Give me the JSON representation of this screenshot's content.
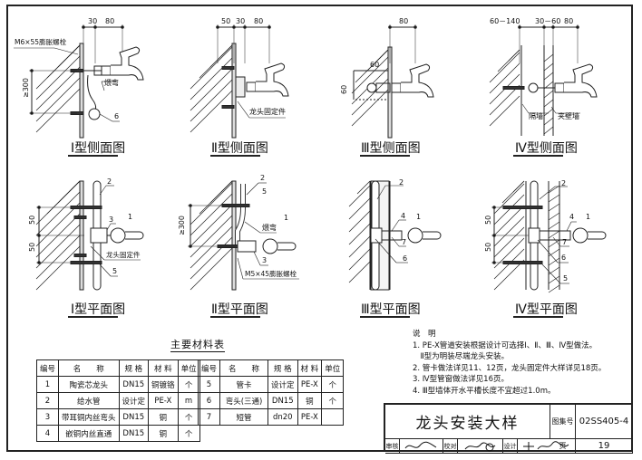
{
  "side_views": [
    {
      "title": "Ⅰ型侧面图",
      "dims": [
        "30",
        "80"
      ],
      "vertical_dim": "≥300",
      "labels": [
        "M6×55膨胀螺栓",
        "煨弯",
        "6"
      ]
    },
    {
      "title": "Ⅱ型侧面图",
      "dims": [
        "50",
        "30",
        "80"
      ],
      "labels": [
        "龙头固定件"
      ]
    },
    {
      "title": "Ⅲ型侧面图",
      "dims": [
        "80",
        "60",
        "60"
      ]
    },
    {
      "title": "Ⅳ型侧面图",
      "dims": [
        "60－140",
        "30－60",
        "80"
      ],
      "labels": [
        "隔墙",
        "夹壁墙"
      ]
    }
  ],
  "plan_views": [
    {
      "title": "Ⅰ型平面图",
      "dims": [
        "50",
        "50"
      ],
      "labels": [
        "2",
        "3",
        "1",
        "龙头固定件",
        "5"
      ]
    },
    {
      "title": "Ⅱ型平面图",
      "vertical_dim": "≥300",
      "labels": [
        "2",
        "5",
        "煨弯",
        "1",
        "3",
        "M5×45膨胀螺栓"
      ]
    },
    {
      "title": "Ⅲ型平面图",
      "labels": [
        "2",
        "4",
        "1",
        "7",
        "6"
      ]
    },
    {
      "title": "Ⅳ型平面图",
      "dims": [
        "50",
        "50"
      ],
      "labels": [
        "2",
        "4",
        "1",
        "7",
        "6",
        "5"
      ]
    }
  ],
  "materials": {
    "title": "主要材料表",
    "headers": [
      "编号",
      "名　　称",
      "规 格",
      "材 料",
      "单位"
    ],
    "rows": [
      [
        "1",
        "陶瓷芯龙头",
        "DN15",
        "铜镀铬",
        "个"
      ],
      [
        "2",
        "给水管",
        "设计定",
        "PE-X",
        "m"
      ],
      [
        "3",
        "带耳铜内丝弯头",
        "DN15",
        "铜",
        "个"
      ],
      [
        "4",
        "嵌铜内丝直通",
        "DN15",
        "铜",
        "个"
      ],
      [
        "5",
        "管卡",
        "设计定",
        "PE-X",
        "个"
      ],
      [
        "6",
        "弯头(三通)",
        "DN15",
        "铜",
        "个"
      ],
      [
        "7",
        "短管",
        "dn20",
        "PE-X",
        ""
      ]
    ]
  },
  "notes": {
    "heading": "说　明",
    "lines": [
      "1. PE-X管道安装根据设计可选择Ⅰ、Ⅱ、Ⅲ、Ⅳ型做法。",
      "　Ⅱ型为明装尽端龙头安装。",
      "2. 管卡做法详见11、12页，龙头固定件大样详见18页。",
      "3. Ⅳ型管窗做法详见16页。",
      "4. Ⅲ型墙体开水平槽长度不宜超过1.0m。"
    ]
  },
  "title_block": {
    "title": "龙头安装大样",
    "atlas_label": "图集号",
    "atlas_no": "02SS405-4",
    "review_label": "审核",
    "check_label": "校对",
    "design_label": "设计",
    "page_label": "页",
    "page_no": "19"
  }
}
